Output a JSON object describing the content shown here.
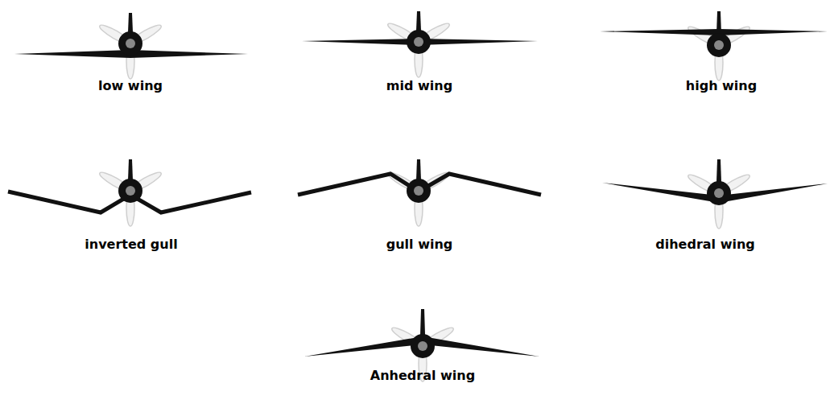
{
  "diagram": {
    "labels": [
      "low wing",
      "mid wing",
      "high wing",
      "inverted gull",
      "gull wing",
      "dihedral wing",
      "Anhedral wing"
    ]
  }
}
